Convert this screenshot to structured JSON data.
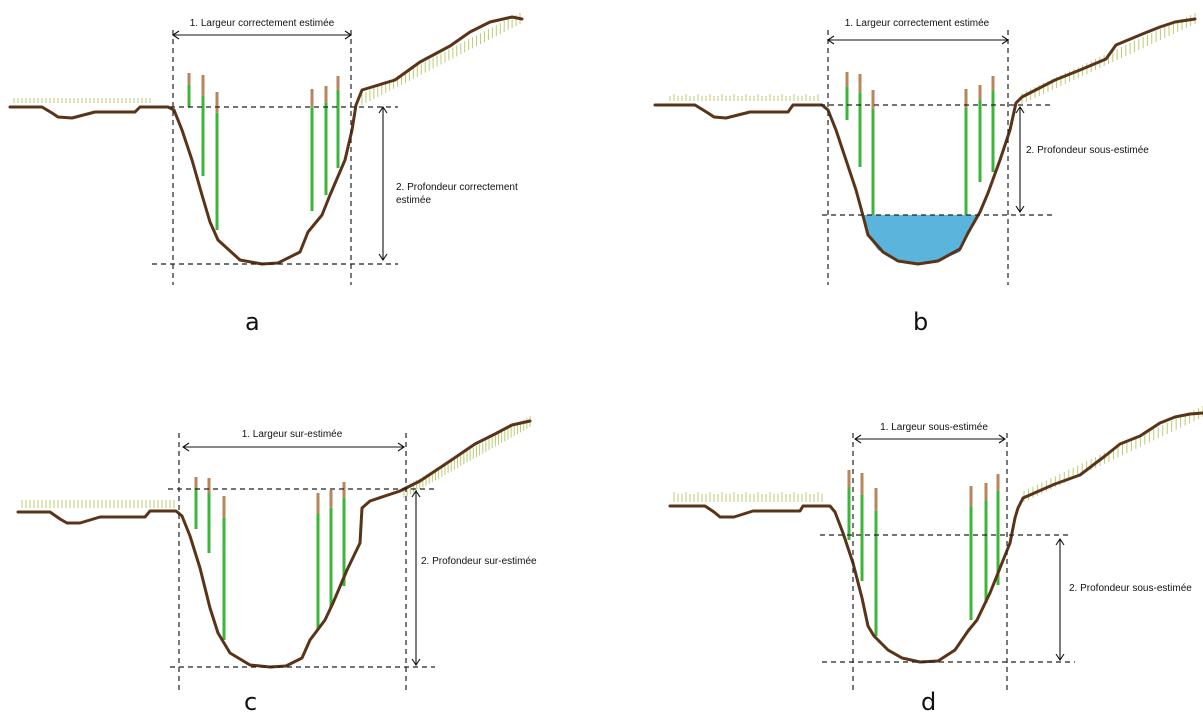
{
  "colors": {
    "bank": "#5a3418",
    "pole": "#3db53a",
    "pole_top": "#b8865a",
    "grass": "#b8cc70",
    "water": "#5ab4dc"
  },
  "panels": [
    {
      "letter": "a",
      "width_label": "1. Largeur correctement estimée",
      "depth_label": [
        "2. Profondeur correctement",
        "estimée"
      ],
      "water": false
    },
    {
      "letter": "b",
      "width_label": "1. Largeur correctement estimée",
      "depth_label": [
        "2. Profondeur sous-estimée"
      ],
      "water": true
    },
    {
      "letter": "c",
      "width_label": "1. Largeur sur-estimée",
      "depth_label": [
        "2. Profondeur sur-estimée"
      ],
      "water": false
    },
    {
      "letter": "d",
      "width_label": "1. Largeur sous-estimée",
      "depth_label": [
        "2. Profondeur sous-estimée"
      ],
      "water": false
    }
  ]
}
